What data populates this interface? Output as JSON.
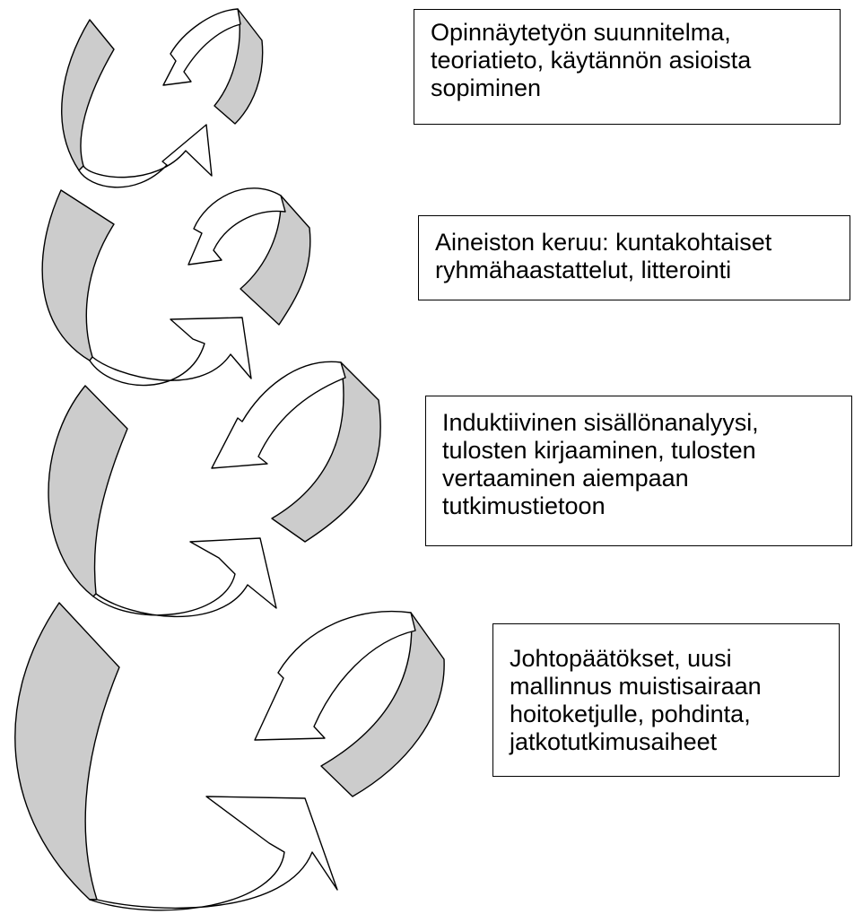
{
  "diagram": {
    "steps": [
      {
        "text": "Opinnäytetyön suunnitelma,\nteoriatieto, käytännön asioista\nsopiminen"
      },
      {
        "text": "Aineiston keruu: kuntakohtaiset\nryhmähaastattelut, litterointi"
      },
      {
        "text": "Induktiivinen sisällönanalyysi,\ntulosten kirjaaminen, tulosten\nvertaaminen aiempaan\ntutkimustietoon"
      },
      {
        "text": "Johtopäätökset, uusi\nmallinnus muistisairaan\nhoitoketjulle, pohdinta,\njatkotutkimusaiheet"
      }
    ],
    "colors": {
      "ribbon_fill": "#cccccc",
      "arrow_fill": "#ffffff",
      "stroke": "#000000"
    },
    "icons": [
      "curved-loop-arrow-icon"
    ]
  }
}
